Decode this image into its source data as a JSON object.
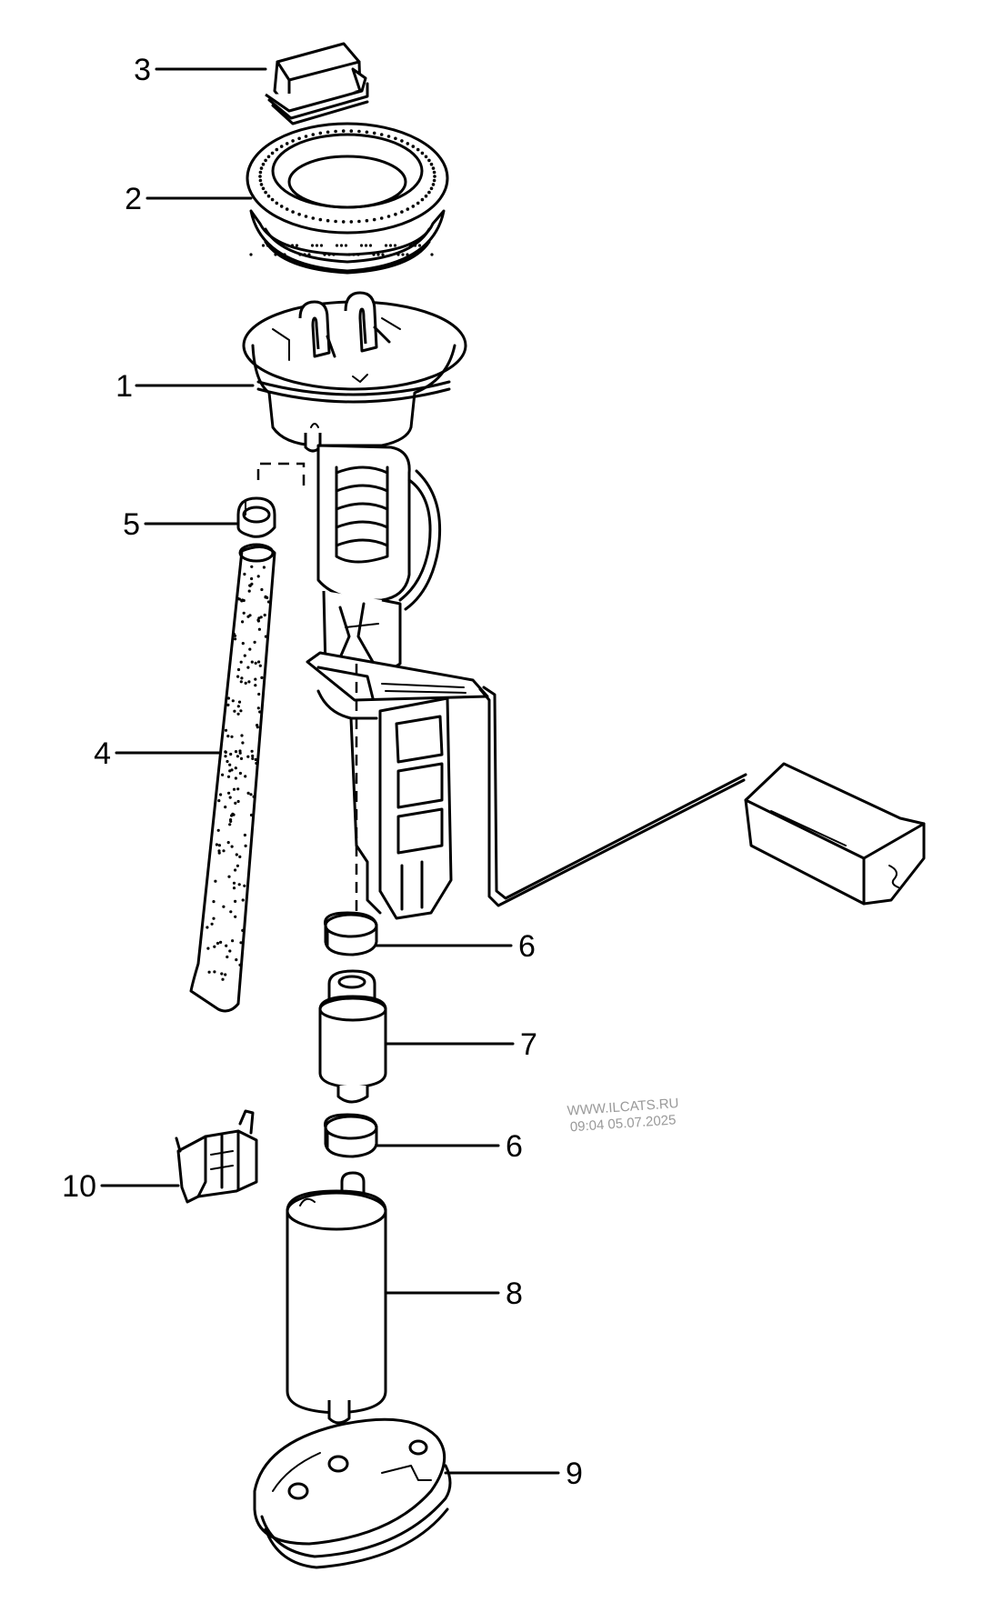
{
  "callouts": {
    "c1": "1",
    "c2": "2",
    "c3": "3",
    "c4": "4",
    "c5": "5",
    "c6a": "6",
    "c6b": "6",
    "c7": "7",
    "c8": "8",
    "c9": "9",
    "c10": "10"
  },
  "watermark": {
    "line1": "WWW.ILCATS.RU",
    "line2": "09:04 05.07.2025"
  }
}
